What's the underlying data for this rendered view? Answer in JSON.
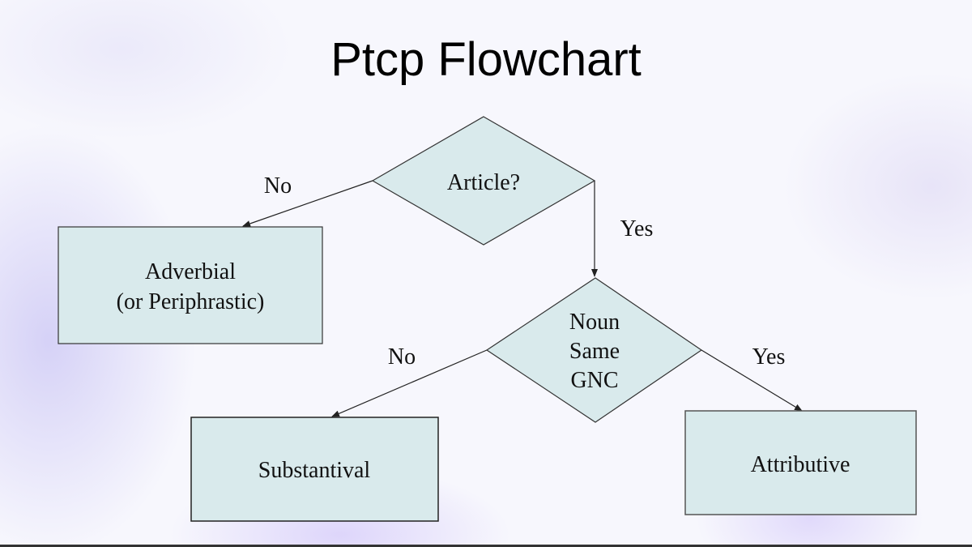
{
  "title": "Ptcp Flowchart",
  "nodes": {
    "article": {
      "label": "Article?"
    },
    "noun_same_gnc": {
      "lines": [
        "Noun",
        "Same",
        "GNC"
      ]
    },
    "adverbial": {
      "lines": [
        "Adverbial",
        "(or Periphrastic)"
      ]
    },
    "substantival": {
      "label": "Substantival"
    },
    "attributive": {
      "label": "Attributive"
    }
  },
  "edges": {
    "article_no": "No",
    "article_yes": "Yes",
    "noun_no": "No",
    "noun_yes": "Yes"
  },
  "colors": {
    "node_fill": "#d9eaec",
    "stroke": "#222222"
  }
}
